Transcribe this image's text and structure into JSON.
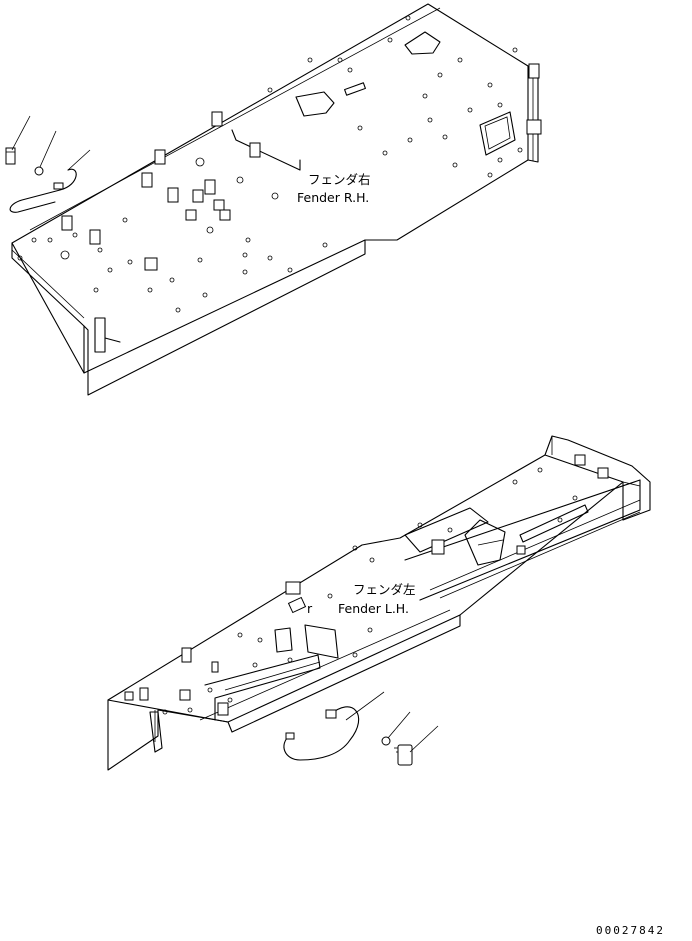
{
  "labels": {
    "rh_jp": "フェンダ右",
    "rh_en": "Fender R.H.",
    "lh_jp": "フェンダ左",
    "lh_en": "Fender L.H.",
    "lh_prefix": "r"
  },
  "drawing_code": "00027842"
}
